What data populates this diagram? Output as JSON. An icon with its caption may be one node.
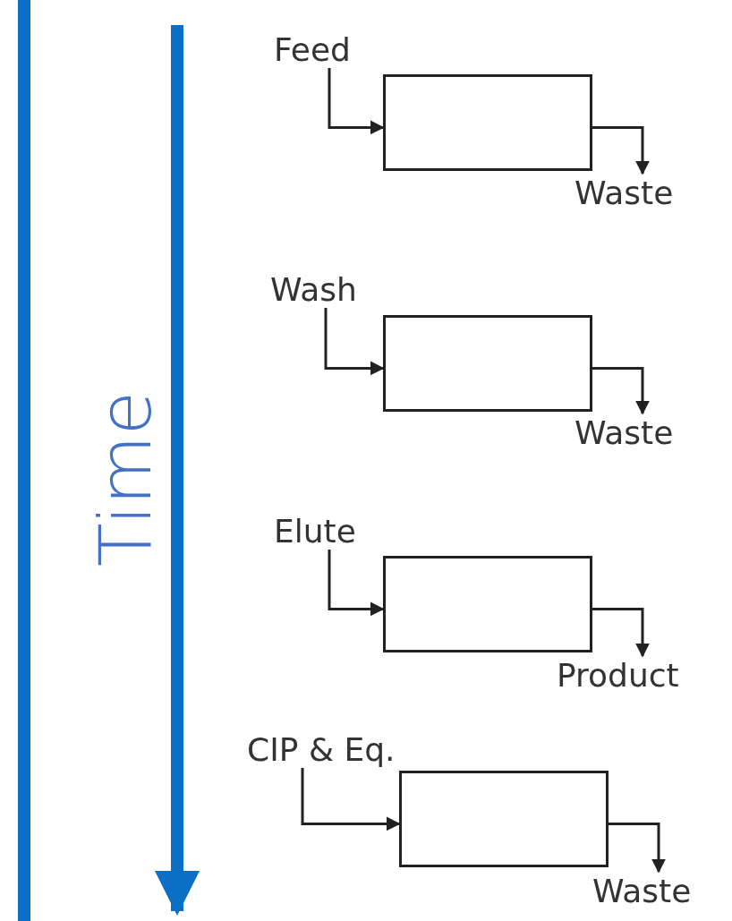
{
  "diagram": {
    "nodes": [
      {
        "text": [
          "Feed"
        ]
      },
      {
        "text": [],
        "shape": "box"
      },
      {
        "text": [
          "Waste"
        ]
      },
      {
        "text": [
          "Wash"
        ]
      },
      {
        "text": [],
        "shape": "box"
      },
      {
        "text": [
          "Waste"
        ]
      },
      {
        "text": [
          "Elute"
        ]
      },
      {
        "text": [],
        "shape": "box"
      },
      {
        "text": [
          "Product"
        ]
      },
      {
        "text": [
          "CIP & Eq."
        ]
      },
      {
        "text": [],
        "shape": "box"
      },
      {
        "text": [
          "Waste"
        ]
      },
      {
        "text": [],
        "shape": "bar"
      }
    ],
    "edges": [
      {
        "from": 0,
        "to": 1,
        "arrow": "to"
      },
      {
        "from": 1,
        "to": 2,
        "arrow": "to"
      },
      {
        "from": 3,
        "to": 4,
        "arrow": "to"
      },
      {
        "from": 4,
        "to": 5,
        "arrow": "to"
      },
      {
        "from": 6,
        "to": 7,
        "arrow": "to"
      },
      {
        "from": 7,
        "to": 8,
        "arrow": "to"
      },
      {
        "from": 9,
        "to": 10,
        "arrow": "to"
      },
      {
        "from": 10,
        "to": 11,
        "arrow": "to"
      }
    ],
    "labels": [
      "Time"
    ]
  }
}
